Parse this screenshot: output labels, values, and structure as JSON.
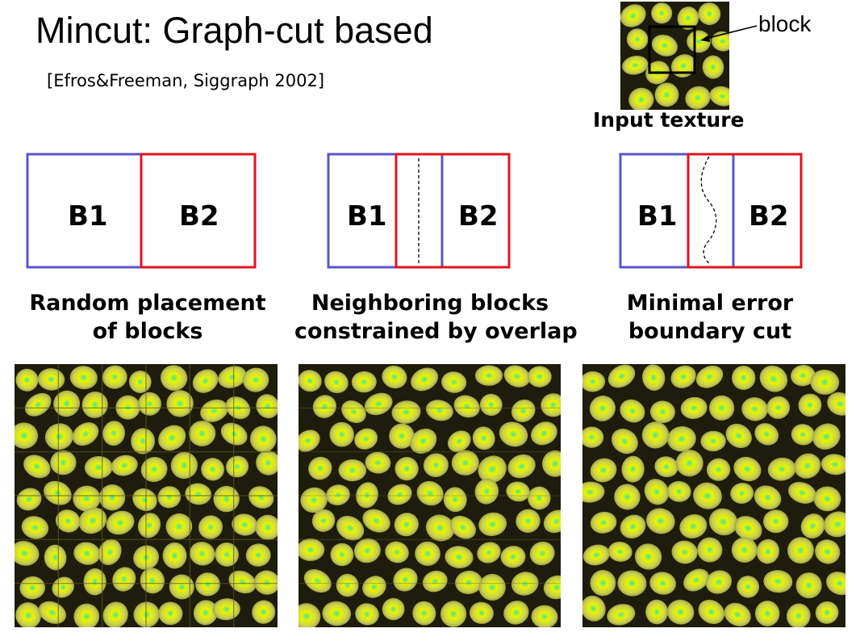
{
  "title": "Mincut: Graph-cut based",
  "citation": "[Efros&Freeman, Siggraph 2002]",
  "input_texture": {
    "label": "Input texture",
    "callout": "block"
  },
  "colors": {
    "block1_border": "#5b55c9",
    "block2_border": "#e0141e",
    "cell_fill": "#c9cf52",
    "highlight": "#f1f700",
    "dark_seam": "#1e1c0c",
    "center_glow": "#46e29c"
  },
  "panels": [
    {
      "b1": "B1",
      "b2": "B2",
      "caption_line1": "Random placement",
      "caption_line2": "of blocks"
    },
    {
      "b1": "B1",
      "b2": "B2",
      "caption_line1": "Neighboring blocks",
      "caption_line2": "constrained by overlap"
    },
    {
      "b1": "B1",
      "b2": "B2",
      "caption_line1": "Minimal error",
      "caption_line2": "boundary cut"
    }
  ]
}
